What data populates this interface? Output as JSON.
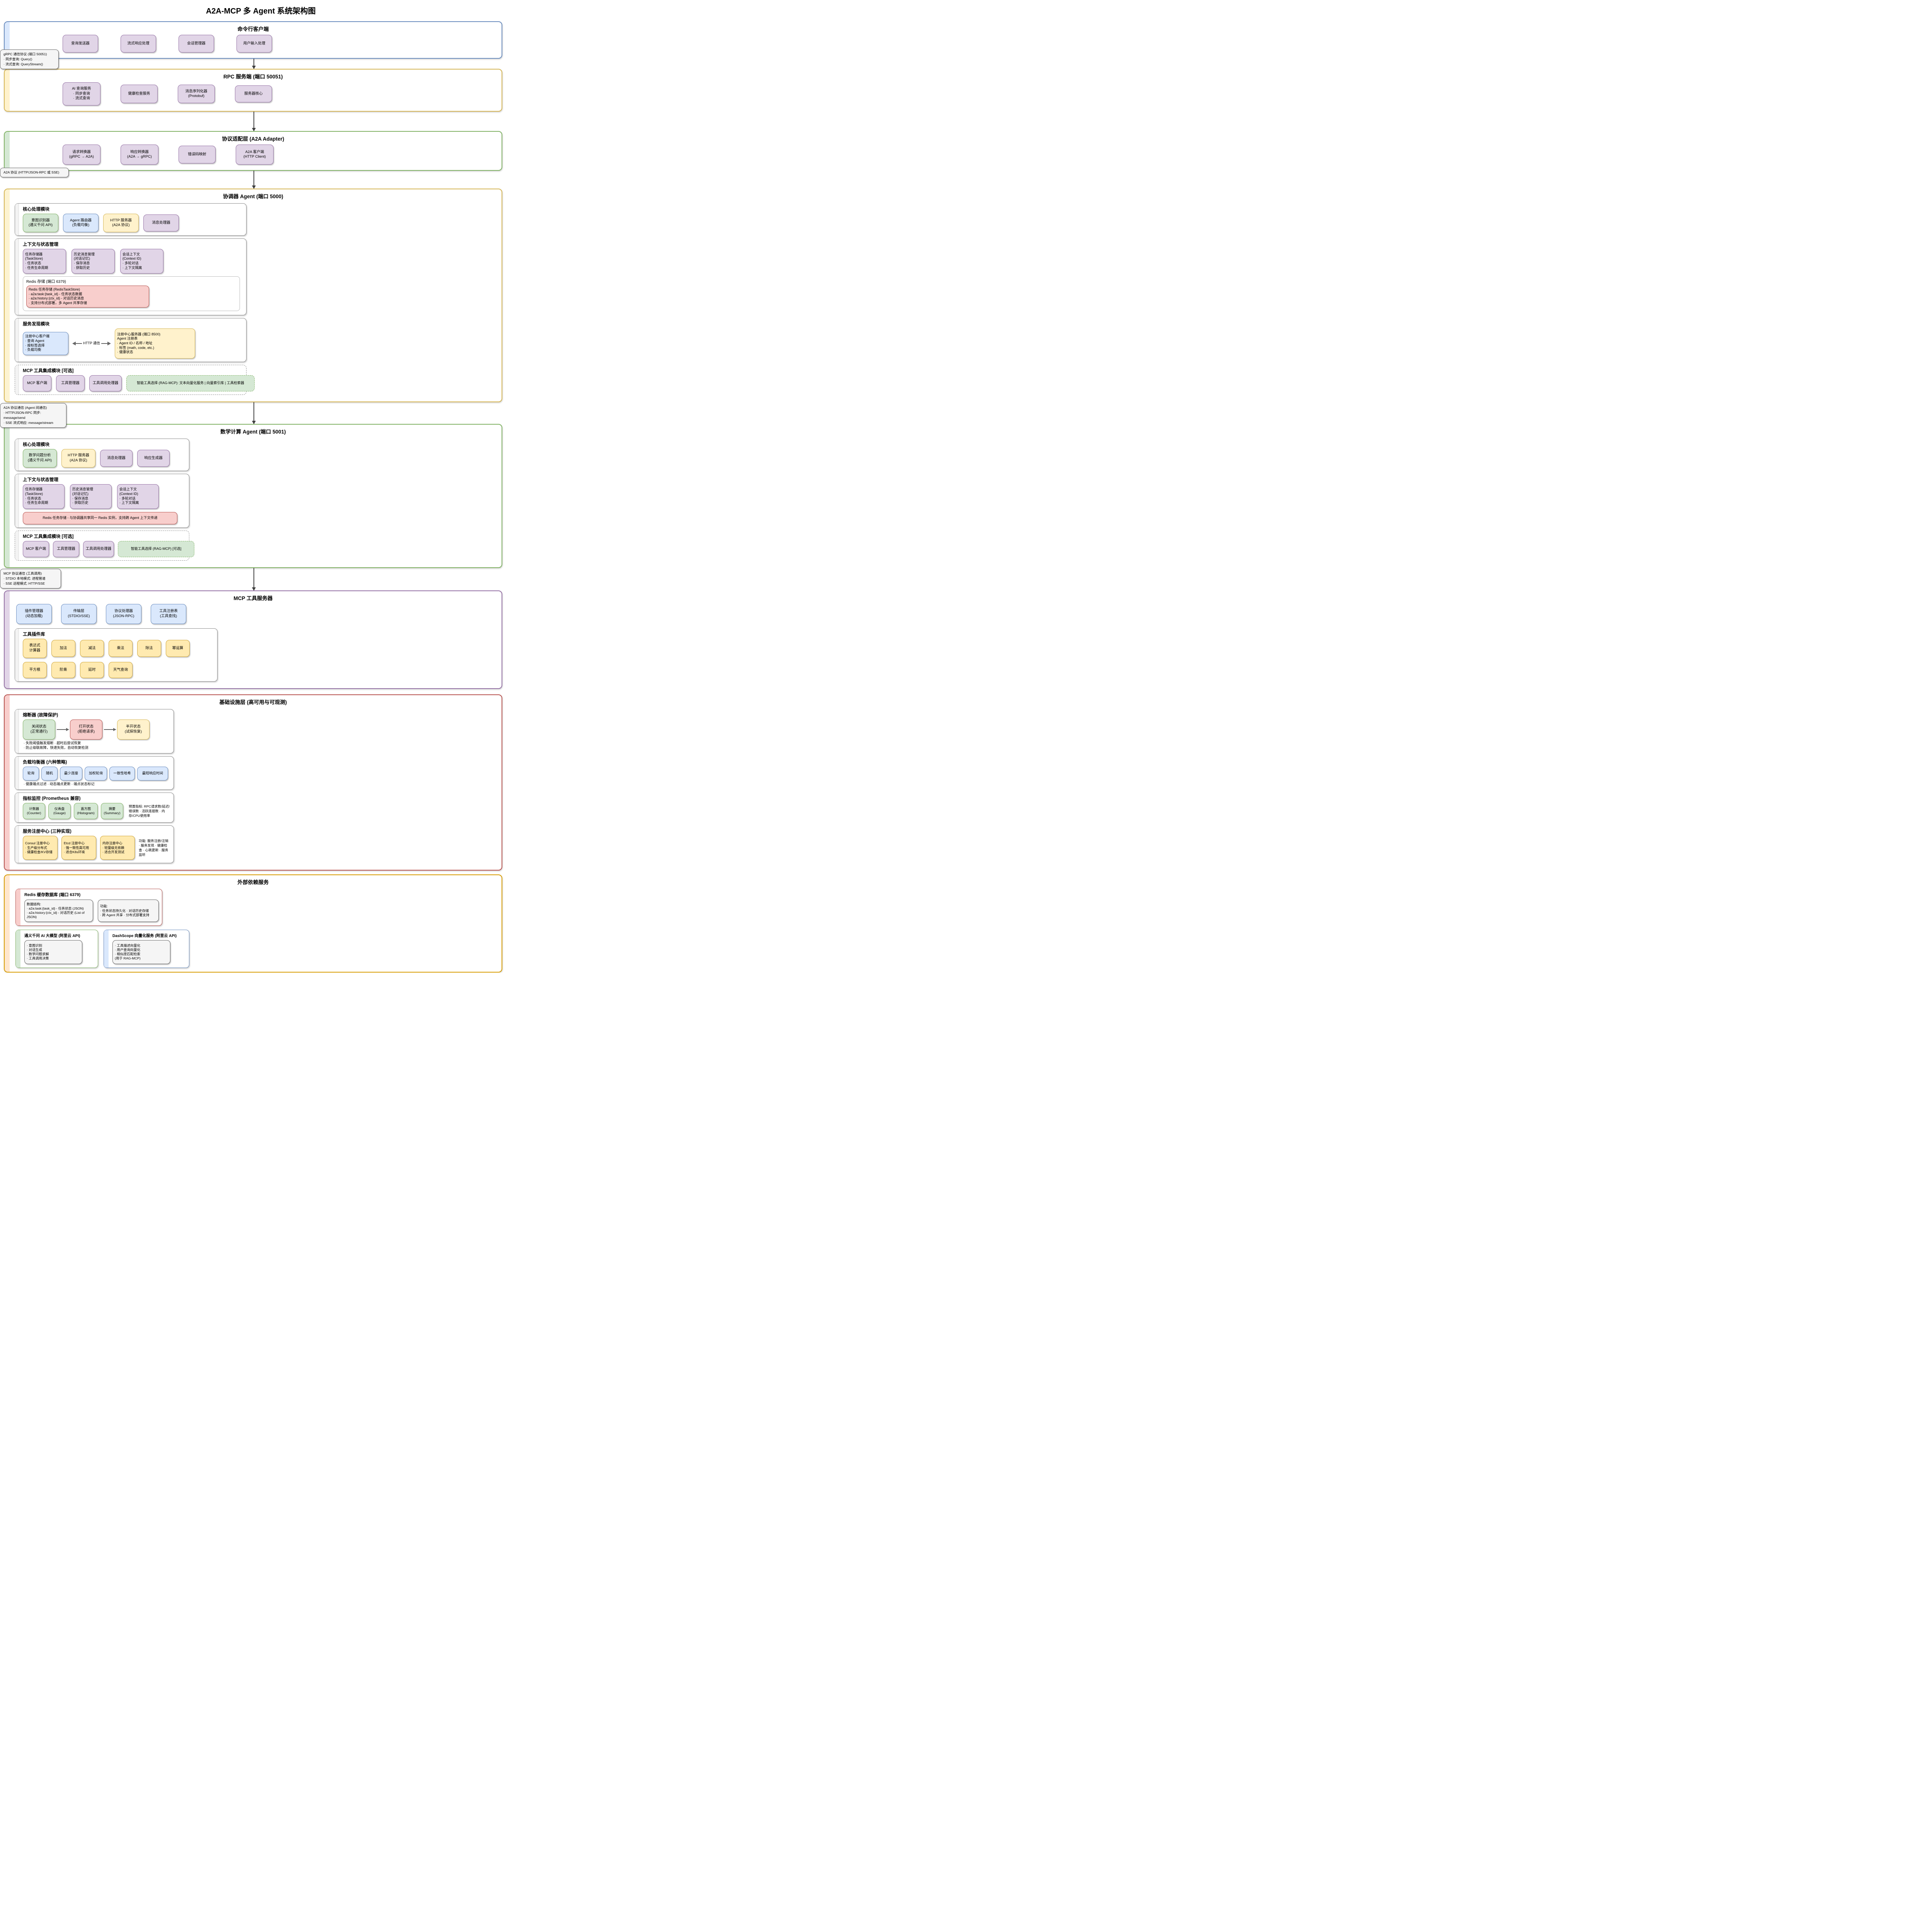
{
  "title": "A2A-MCP 多 Agent 系统架构图",
  "colors": {
    "purple": "#e1d5e7",
    "green": "#d5e8d4",
    "blue": "#dae8fc",
    "yellow": "#fff2cc",
    "red": "#f8cecc",
    "gray": "#f5f5f5",
    "orange_bar": "#ffe6cc",
    "border_blue": "#6c8ebf",
    "border_gold": "#d6b656",
    "border_green": "#82b366",
    "border_purple": "#9673a6",
    "border_red": "#b85450",
    "border_orange": "#d79b00"
  },
  "labels": {
    "grpc": "gRPC 通信协议 (端口 50051)\n· 同步查询: Query()\n· 流式查询: QueryStream()",
    "a2a": "A2A 协议 (HTTP/JSON-RPC 或 SSE)",
    "a2a_comm": "A2A 协议通信 (Agent 间通信)\n· HTTP/JSON-RPC 同步: message/send\n· SSE 流式响应: message/stream",
    "mcp": "MCP 协议通信 (工具调用)\n· STDIO 本地模式: 进程管道\n· SSE 远程模式: HTTP/SSE"
  },
  "client": {
    "header": "命令行客户端",
    "nodes": [
      "查询发送器",
      "流式响应处理",
      "会话管理器",
      "用户输入处理"
    ]
  },
  "rpc": {
    "header": "RPC 服务端 (端口 50051)",
    "nodes": [
      "AI 查询服务\n· 同步查询\n· 流式查询",
      "健康检查服务",
      "消息序列化器\n(Protobuf)",
      "服务器核心"
    ]
  },
  "adapter": {
    "header": "协议适配层 (A2A Adapter)",
    "nodes": [
      "请求转换器\n(gRPC → A2A)",
      "响应转换器\n(A2A → gRPC)",
      "错误码映射",
      "A2A 客户端\n(HTTP Client)"
    ]
  },
  "coordinator": {
    "header": "协调器 Agent (端口 5000)",
    "core": {
      "title": "核心处理模块",
      "nodes": [
        "意图识别器\n(通义千问 API)",
        "Agent 路由器\n(负载均衡)",
        "HTTP 服务器\n(A2A 协议)",
        "消息处理器"
      ]
    },
    "context": {
      "title": "上下文与状态管理",
      "nodes": [
        "任务存储器\n(TaskStore)\n· 任务状态\n· 任务生命周期",
        "历史消息管理\n(对话记忆)\n· 保存消息\n· 获取历史",
        "会话上下文\n(Context ID)\n· 多轮对话\n· 上下文隔离"
      ],
      "redis_title": "Redis 存储 (端口 6379)",
      "redis_note": "Redis 任务存储 (RedisTaskStore)\n· a2a:task:{task_id} - 任务状态数据\n· a2a:history:{ctx_id} - 对话历史消息\n· 支持分布式部署，多 Agent 共享存储"
    },
    "discovery": {
      "title": "服务发现模块",
      "client": "注册中心客户端\n· 查询 Agent\n· 按标签选择\n· 负载均衡",
      "link": "HTTP 通信",
      "server": "注册中心服务器 (端口 8500)\nAgent 注册表\n· Agent ID / 名称 / 地址\n· 标签 (math, code, etc.)\n· 健康状态"
    },
    "mcp": {
      "title": "MCP 工具集成模块 [可选]",
      "nodes": [
        "MCP 客户端",
        "工具管理器",
        "工具调用处理器"
      ],
      "rag": "智能工具选择 (RAG-MCP): 文本向量化服务 | 向量索引库 | 工具检索器"
    }
  },
  "math": {
    "header": "数学计算 Agent (端口 5001)",
    "core": {
      "title": "核心处理模块",
      "nodes": [
        "数学问题分析\n(通义千问 API)",
        "HTTP 服务器\n(A2A 协议)",
        "消息处理器",
        "响应生成器"
      ]
    },
    "context": {
      "title": "上下文与状态管理",
      "nodes": [
        "任务存储器\n(TaskStore)\n· 任务状态\n· 任务生命周期",
        "历史消息管理\n(对话记忆)\n· 保存消息\n· 获取历史",
        "会话上下文\n(Context ID)\n· 多轮对话\n· 上下文隔离"
      ],
      "redis_note": "Redis 任务存储 - 与协调器共享同一 Redis 实例，支持跨 Agent 上下文传递"
    },
    "mcp": {
      "title": "MCP 工具集成模块 [可选]",
      "nodes": [
        "MCP 客户端",
        "工具管理器",
        "工具调用处理器"
      ],
      "rag": "智能工具选择 (RAG-MCP) [可选]"
    }
  },
  "mcp_server": {
    "header": "MCP 工具服务器",
    "nodes": [
      "插件管理器\n(动态加载)",
      "传输层\n(STDIO/SSE)",
      "协议处理器\n(JSON-RPC)",
      "工具注册表\n(工具查找)"
    ],
    "plugins": {
      "title": "工具插件库",
      "row1": [
        "表达式\n计算器",
        "加法",
        "减法",
        "乘法",
        "除法",
        "幂运算"
      ],
      "row2": [
        "平方根",
        "阶乘",
        "延时",
        "天气查询"
      ]
    }
  },
  "infra": {
    "header": "基础设施层 (高可用与可观测)",
    "breaker": {
      "title": "熔断器 (故障保护)",
      "states": [
        "关闭状态\n(正常通行)",
        "打开状态\n(拒绝请求)",
        "半开状态\n(试探恢复)"
      ],
      "note": "· 失败阈值触发熔断 · 超时后尝试恢复\n· 防止级联故障，快速失败，自动恢复检测"
    },
    "lb": {
      "title": "负载均衡器 (六种策略)",
      "nodes": [
        "轮询",
        "随机",
        "最少连接",
        "加权轮询",
        "一致性哈希",
        "最短响应时间"
      ],
      "note": "· 健康端点过滤 · 动态端点更新 · 端点状态标记"
    },
    "metrics": {
      "title": "指标监控 (Prometheus 兼容)",
      "nodes": [
        "计数器\n(Counter)",
        "仪表盘\n(Gauge)",
        "直方图\n(Histogram)",
        "摘要\n(Summary)"
      ],
      "note": "预置指标: RPC请求数/延迟/错误数 · 活跃连接数 · 内存/CPU使用率"
    },
    "registry": {
      "title": "服务注册中心 (三种实现)",
      "nodes": [
        "Consul 注册中心\n· 生产级分布式\n· 健康检查/KV存储",
        "Etcd 注册中心\n· 强一致性高可用\n· 适合K8s环境",
        "内存注册中心\n· 轻量级无依赖\n· 适合开发测试"
      ],
      "note": "功能: 服务注册/注销 · 服务发现 · 健康检查 · 心跳更新 · 服务监听"
    }
  },
  "external": {
    "header": "外部依赖服务",
    "redis": {
      "title": "Redis 缓存数据库 (端口 6379)",
      "structure": "数据结构:\n· a2a:task:{task_id} - 任务状态 (JSON)\n· a2a:history:{ctx_id} - 对话历史 (List of JSON)",
      "functions": "功能:\n· 任务状态持久化 · 对话历史存储\n· 跨 Agent 共享 · 分布式部署支持"
    },
    "qwen": {
      "title": "通义千问 AI 大模型 (阿里云 API)",
      "items": "· 意图识别\n· 对话生成\n· 数学问题求解\n· 工具调用决策"
    },
    "dashscope": {
      "title": "DashScope 向量化服务 (阿里云 API)",
      "items": "· 工具描述向量化\n· 用户查询向量化\n· 相似度匹配检索\n(用于 RAG-MCP)"
    }
  }
}
